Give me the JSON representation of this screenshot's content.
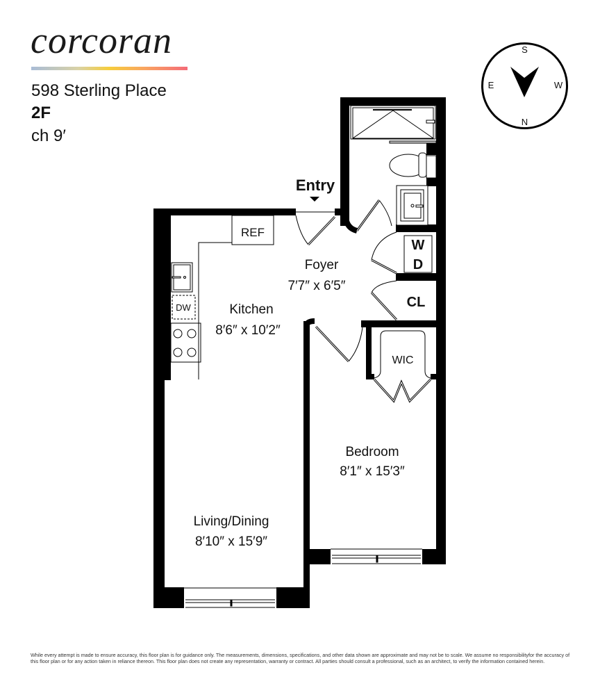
{
  "header": {
    "brand": "corcoran",
    "brand_gradient": [
      "#a9bcd6",
      "#f6cd3c",
      "#f46b78"
    ],
    "address": "598 Sterling Place",
    "unit": "2F",
    "ceiling_height": "ch 9′"
  },
  "compass": {
    "top": "S",
    "left": "E",
    "right": "W",
    "bottom": "N"
  },
  "plan": {
    "entry_label": "Entry",
    "rooms": [
      {
        "name": "Foyer",
        "dims": "7′7″ x 6′5″"
      },
      {
        "name": "Kitchen",
        "dims": "8′6″ x 10′2″"
      },
      {
        "name": "Bedroom",
        "dims": "8′1″ x 15′3″"
      },
      {
        "name": "Living/Dining",
        "dims": "8′10″ x 15′9″"
      }
    ],
    "fixtures": {
      "refrigerator": "REF",
      "dishwasher": "DW",
      "washer": "W",
      "dryer": "D",
      "closet": "CL",
      "walk_in_closet": "WIC"
    }
  },
  "footer": {
    "disclaimer": "While every attempt is made to ensure accuracy, this floor plan is for guidance only. The measurements, dimensions, specifications, and other data shown are approximate and may not be to scale. We assume no responsibilityfor the accuracy of this floor plan or for any action taken in reliance thereon. This floor plan does not create any representation, warranty or contract. All parties should consult a professional, such as an architect, to verify the information contained herein."
  }
}
